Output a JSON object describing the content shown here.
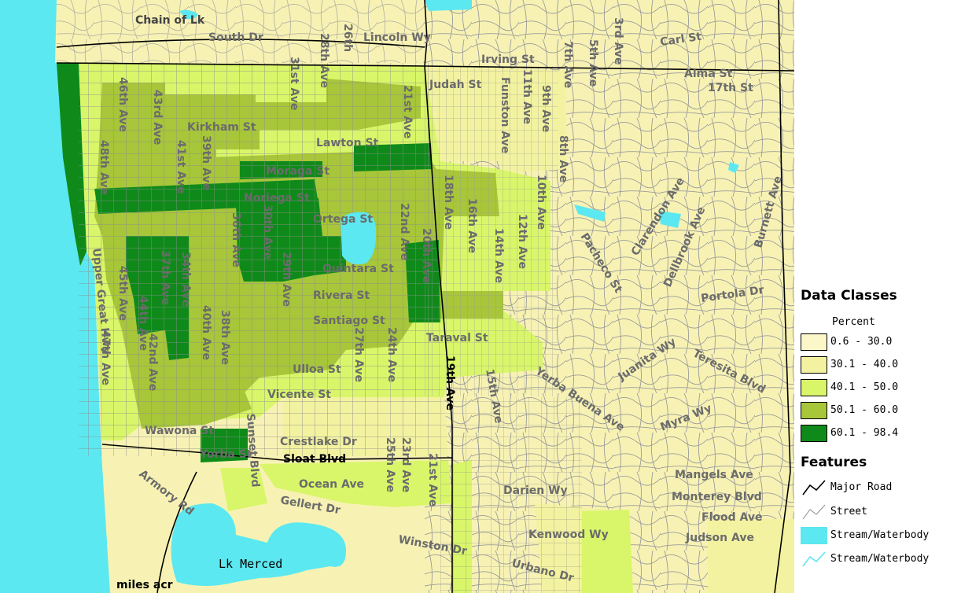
{
  "colors": {
    "water": "#5ce8f0",
    "background": "#f7f2b4",
    "class_1": "#fbf7c9",
    "class_2": "#f3f2a0",
    "class_3": "#d9f66a",
    "class_4": "#a7c63a",
    "class_5": "#0f8a1a",
    "street": "#8c8c8c",
    "major_road": "#000000",
    "label": "#6b6b6b"
  },
  "map": {
    "labels": {
      "chain_of_lk": "Chain of Lk",
      "south_dr": "South Dr",
      "lincoln_wy": "Lincoln Wy",
      "irving_st": "Irving St",
      "carl_st": "Carl St",
      "judah_st": "Judah St",
      "alma_st": "Alma St",
      "17th_st": "17th St",
      "kirkham_st": "Kirkham St",
      "lawton_st": "Lawton St",
      "moraga_st": "Moraga St",
      "noriega_st": "Noriega St",
      "ortega_st": "Ortega St",
      "quintara_st": "Quintara St",
      "rivera_st": "Rivera St",
      "santiago_st": "Santiago St",
      "taraval_st": "Taraval St",
      "ulloa_st": "Ulloa St",
      "vicente_st": "Vicente St",
      "wawona_st": "Wawona St",
      "yorba_st": "Yorba St",
      "crestlake_dr": "Crestlake Dr",
      "sloat_blvd": "Sloat Blvd",
      "ocean_ave": "Ocean Ave",
      "gellert_dr": "Gellert Dr",
      "armory_rd": "Armory Rd",
      "lk_merced": "Lk Merced",
      "miles_across": "miles acr",
      "winston_dr": "Winston Dr",
      "urbano_dr": "Urbano Dr",
      "kenwood_wy": "Kenwood Wy",
      "darien_wy": "Darien Wy",
      "mangels_ave": "Mangels Ave",
      "monterey_blvd": "Monterey Blvd",
      "flood_ave": "Flood Ave",
      "judson_ave": "Judson Ave",
      "myra_wy": "Myra Wy",
      "yerba_buena_ave": "Yerba Buena Ave",
      "juanita_wy": "Juanita Wy",
      "teresita_blvd": "Teresita Blvd",
      "portola_dr": "Portola Dr",
      "pacheco_st": "Pacheco St",
      "clarendon_ave": "Clarendon Ave",
      "dellbrook_ave": "Dellbrook Ave",
      "burnett_ave": "Burnett Ave",
      "19th_ave": "19th Ave",
      "15th_ave": "15th Ave",
      "great_hwy": "Upper Great Hwy",
      "sunset_blvd": "Sunset Blvd",
      "46th_ave": "46th Ave",
      "48th_ave": "48th Ave",
      "43rd_ave": "43rd Ave",
      "41st_ave": "41st Ave",
      "39th_ave": "39th Ave",
      "40th_ave": "40th Ave",
      "38th_ave": "38th Ave",
      "31st_ave": "31st Ave",
      "28th_ave": "28th Ave",
      "26th_ave": "26th",
      "27th_ave": "27th Ave",
      "24th_ave": "24th Ave",
      "22nd_ave": "22nd Ave",
      "21st_ave": "21st Ave",
      "20th_ave": "20th Ave",
      "18th_ave": "18th Ave",
      "16th_ave": "16th Ave",
      "14th_ave": "14th Ave",
      "12th_ave": "12th Ave",
      "10th_ave": "10th Ave",
      "11th_ave": "11th Ave",
      "9th_ave": "9th Ave",
      "8th_ave": "8th Ave",
      "7th_ave": "7th Ave",
      "5th_ave": "5th Ave",
      "3rd_ave": "3rd Ave",
      "funston_ave": "Funston Ave",
      "45th_ave": "45th Ave",
      "47th_ave": "47th Ave",
      "44th_ave": "44th Ave",
      "42nd_ave": "42nd Ave",
      "37th_ave": "37th Ave",
      "34th_ave": "34th Ave",
      "30th_ave": "30th Ave",
      "29th_ave": "29th Ave",
      "25th_ave": "25th Ave",
      "23rd_ave": "23rd Ave",
      "21st_ave_b": "21st Ave",
      "36th_ave": "36th Ave"
    }
  },
  "legend": {
    "data_classes_title": "Data Classes",
    "percent_label": "Percent",
    "classes": [
      {
        "label": "0.6 - 30.0",
        "color": "#fbf7c9"
      },
      {
        "label": "30.1 - 40.0",
        "color": "#f3f2a0"
      },
      {
        "label": "40.1 - 50.0",
        "color": "#d9f66a"
      },
      {
        "label": "50.1 - 60.0",
        "color": "#a7c63a"
      },
      {
        "label": "60.1 - 98.4",
        "color": "#0f8a1a"
      }
    ],
    "features_title": "Features",
    "features": [
      {
        "label": "Major Road",
        "icon": "major-road-icon"
      },
      {
        "label": "Street",
        "icon": "street-icon"
      },
      {
        "label": "Stream/Waterbody",
        "icon": "water-area-icon"
      },
      {
        "label": "Stream/Waterbody",
        "icon": "stream-line-icon"
      }
    ]
  }
}
